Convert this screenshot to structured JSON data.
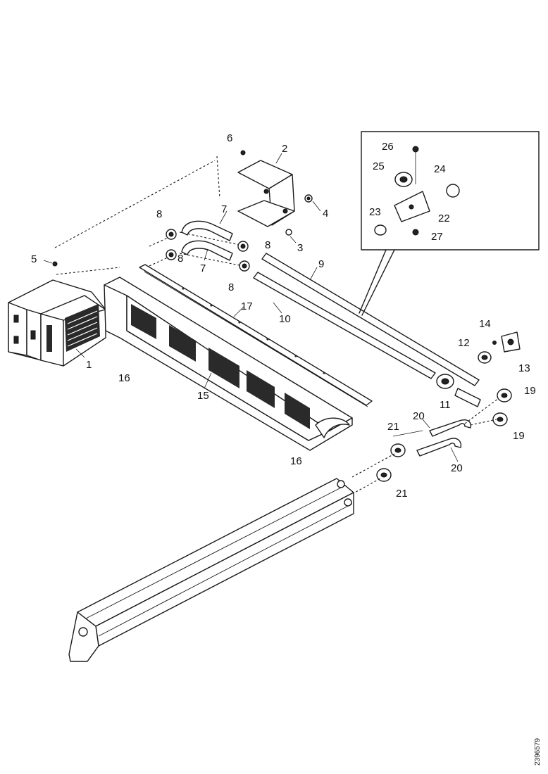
{
  "diagram": {
    "callouts": [
      {
        "id": "c1",
        "label": "1"
      },
      {
        "id": "c2",
        "label": "2"
      },
      {
        "id": "c3",
        "label": "3"
      },
      {
        "id": "c4",
        "label": "4"
      },
      {
        "id": "c5",
        "label": "5"
      },
      {
        "id": "c6",
        "label": "6"
      },
      {
        "id": "c7a",
        "label": "7"
      },
      {
        "id": "c7b",
        "label": "7"
      },
      {
        "id": "c8a",
        "label": "8"
      },
      {
        "id": "c8b",
        "label": "8"
      },
      {
        "id": "c8c",
        "label": "8"
      },
      {
        "id": "c8d",
        "label": "8"
      },
      {
        "id": "c9",
        "label": "9"
      },
      {
        "id": "c10",
        "label": "10"
      },
      {
        "id": "c11",
        "label": "11"
      },
      {
        "id": "c12",
        "label": "12"
      },
      {
        "id": "c13",
        "label": "13"
      },
      {
        "id": "c14",
        "label": "14"
      },
      {
        "id": "c15",
        "label": "15"
      },
      {
        "id": "c16a",
        "label": "16"
      },
      {
        "id": "c16b",
        "label": "16"
      },
      {
        "id": "c17",
        "label": "17"
      },
      {
        "id": "c19a",
        "label": "19"
      },
      {
        "id": "c19b",
        "label": "19"
      },
      {
        "id": "c20a",
        "label": "20"
      },
      {
        "id": "c20b",
        "label": "20"
      },
      {
        "id": "c21a",
        "label": "21"
      },
      {
        "id": "c21b",
        "label": "21"
      },
      {
        "id": "c22",
        "label": "22"
      },
      {
        "id": "c23",
        "label": "23"
      },
      {
        "id": "c24",
        "label": "24"
      },
      {
        "id": "c25",
        "label": "25"
      },
      {
        "id": "c26",
        "label": "26"
      },
      {
        "id": "c27",
        "label": "27"
      }
    ],
    "document_number": "2396579"
  }
}
